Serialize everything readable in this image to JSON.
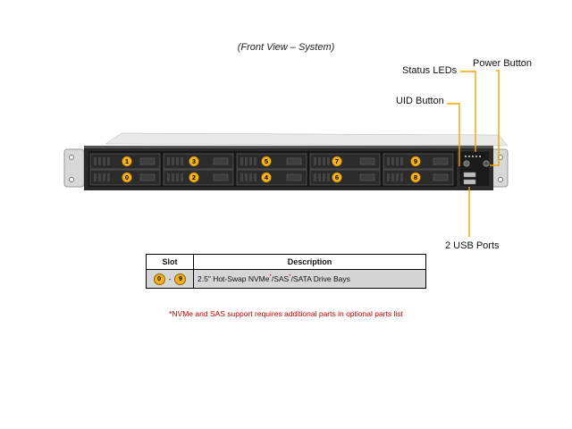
{
  "caption": "(Front View – System)",
  "callouts": {
    "status_leds": "Status LEDs",
    "power_button": "Power Button",
    "uid_button": "UID Button",
    "usb_ports": "2 USB Ports"
  },
  "bays": [
    "0",
    "1",
    "2",
    "3",
    "4",
    "5",
    "6",
    "7",
    "8",
    "9"
  ],
  "table": {
    "headers": {
      "slot": "Slot",
      "description": "Description"
    },
    "row": {
      "slot_from": "0",
      "slot_sep": "-",
      "slot_to": "9",
      "desc_part1": "2.5\" Hot-Swap NVMe",
      "mark1": "*",
      "desc_part2": "/SAS",
      "mark2": "*",
      "desc_part3": "/SATA Drive Bays"
    }
  },
  "footnote": "*NVMe and SAS support requires additional parts in optional parts list",
  "colors": {
    "callout_line": "#f0a500",
    "drive_badge": "#f6b21a",
    "chassis": "#2a2a2a",
    "footnote": "#c00000"
  }
}
